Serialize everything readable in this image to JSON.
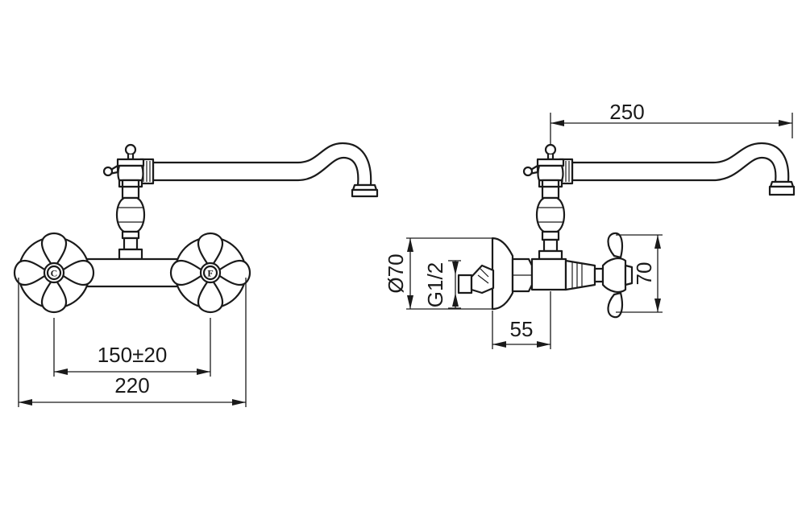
{
  "front_view": {
    "handle_labels": {
      "cold": "C",
      "hot": "F"
    },
    "dimensions": {
      "center_distance": "150±20",
      "overall_width": "220"
    }
  },
  "side_view": {
    "dimensions": {
      "spout_reach": "250",
      "flange_diameter": "Ø70",
      "connection_thread": "G1/2",
      "projection": "55",
      "handle_height": "70"
    }
  }
}
